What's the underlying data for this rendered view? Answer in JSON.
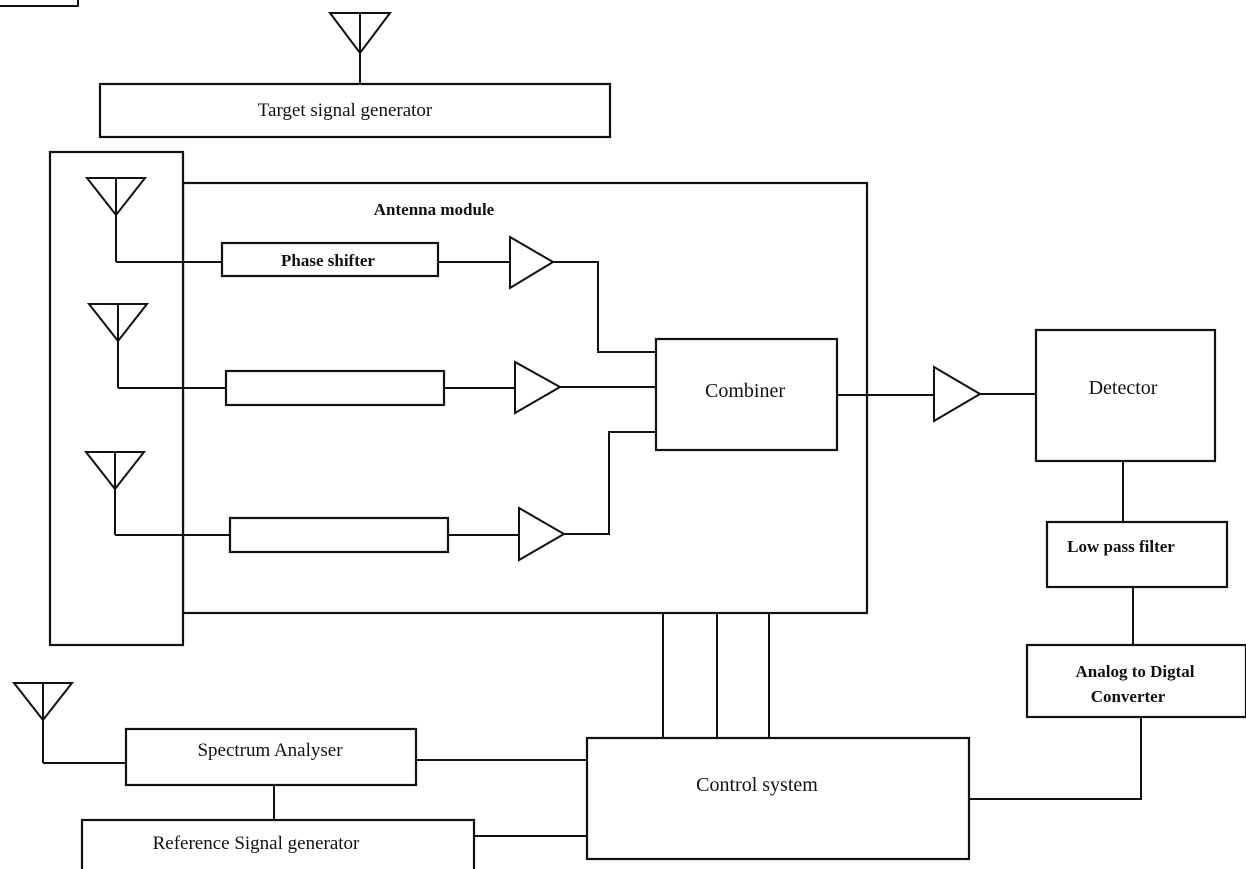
{
  "diagram": {
    "blocks": {
      "target_signal_generator": "Target signal generator",
      "antenna_module": "Antenna module",
      "phase_shifter": "Phase shifter",
      "combiner": "Combiner",
      "detector": "Detector",
      "low_pass_filter": "Low pass filter",
      "adc_line1": "Analog to Digtal",
      "adc_line2": "Converter",
      "spectrum_analyser": "Spectrum Analyser",
      "reference_signal_generator": "Reference Signal generator",
      "control_system": "Control system"
    }
  }
}
